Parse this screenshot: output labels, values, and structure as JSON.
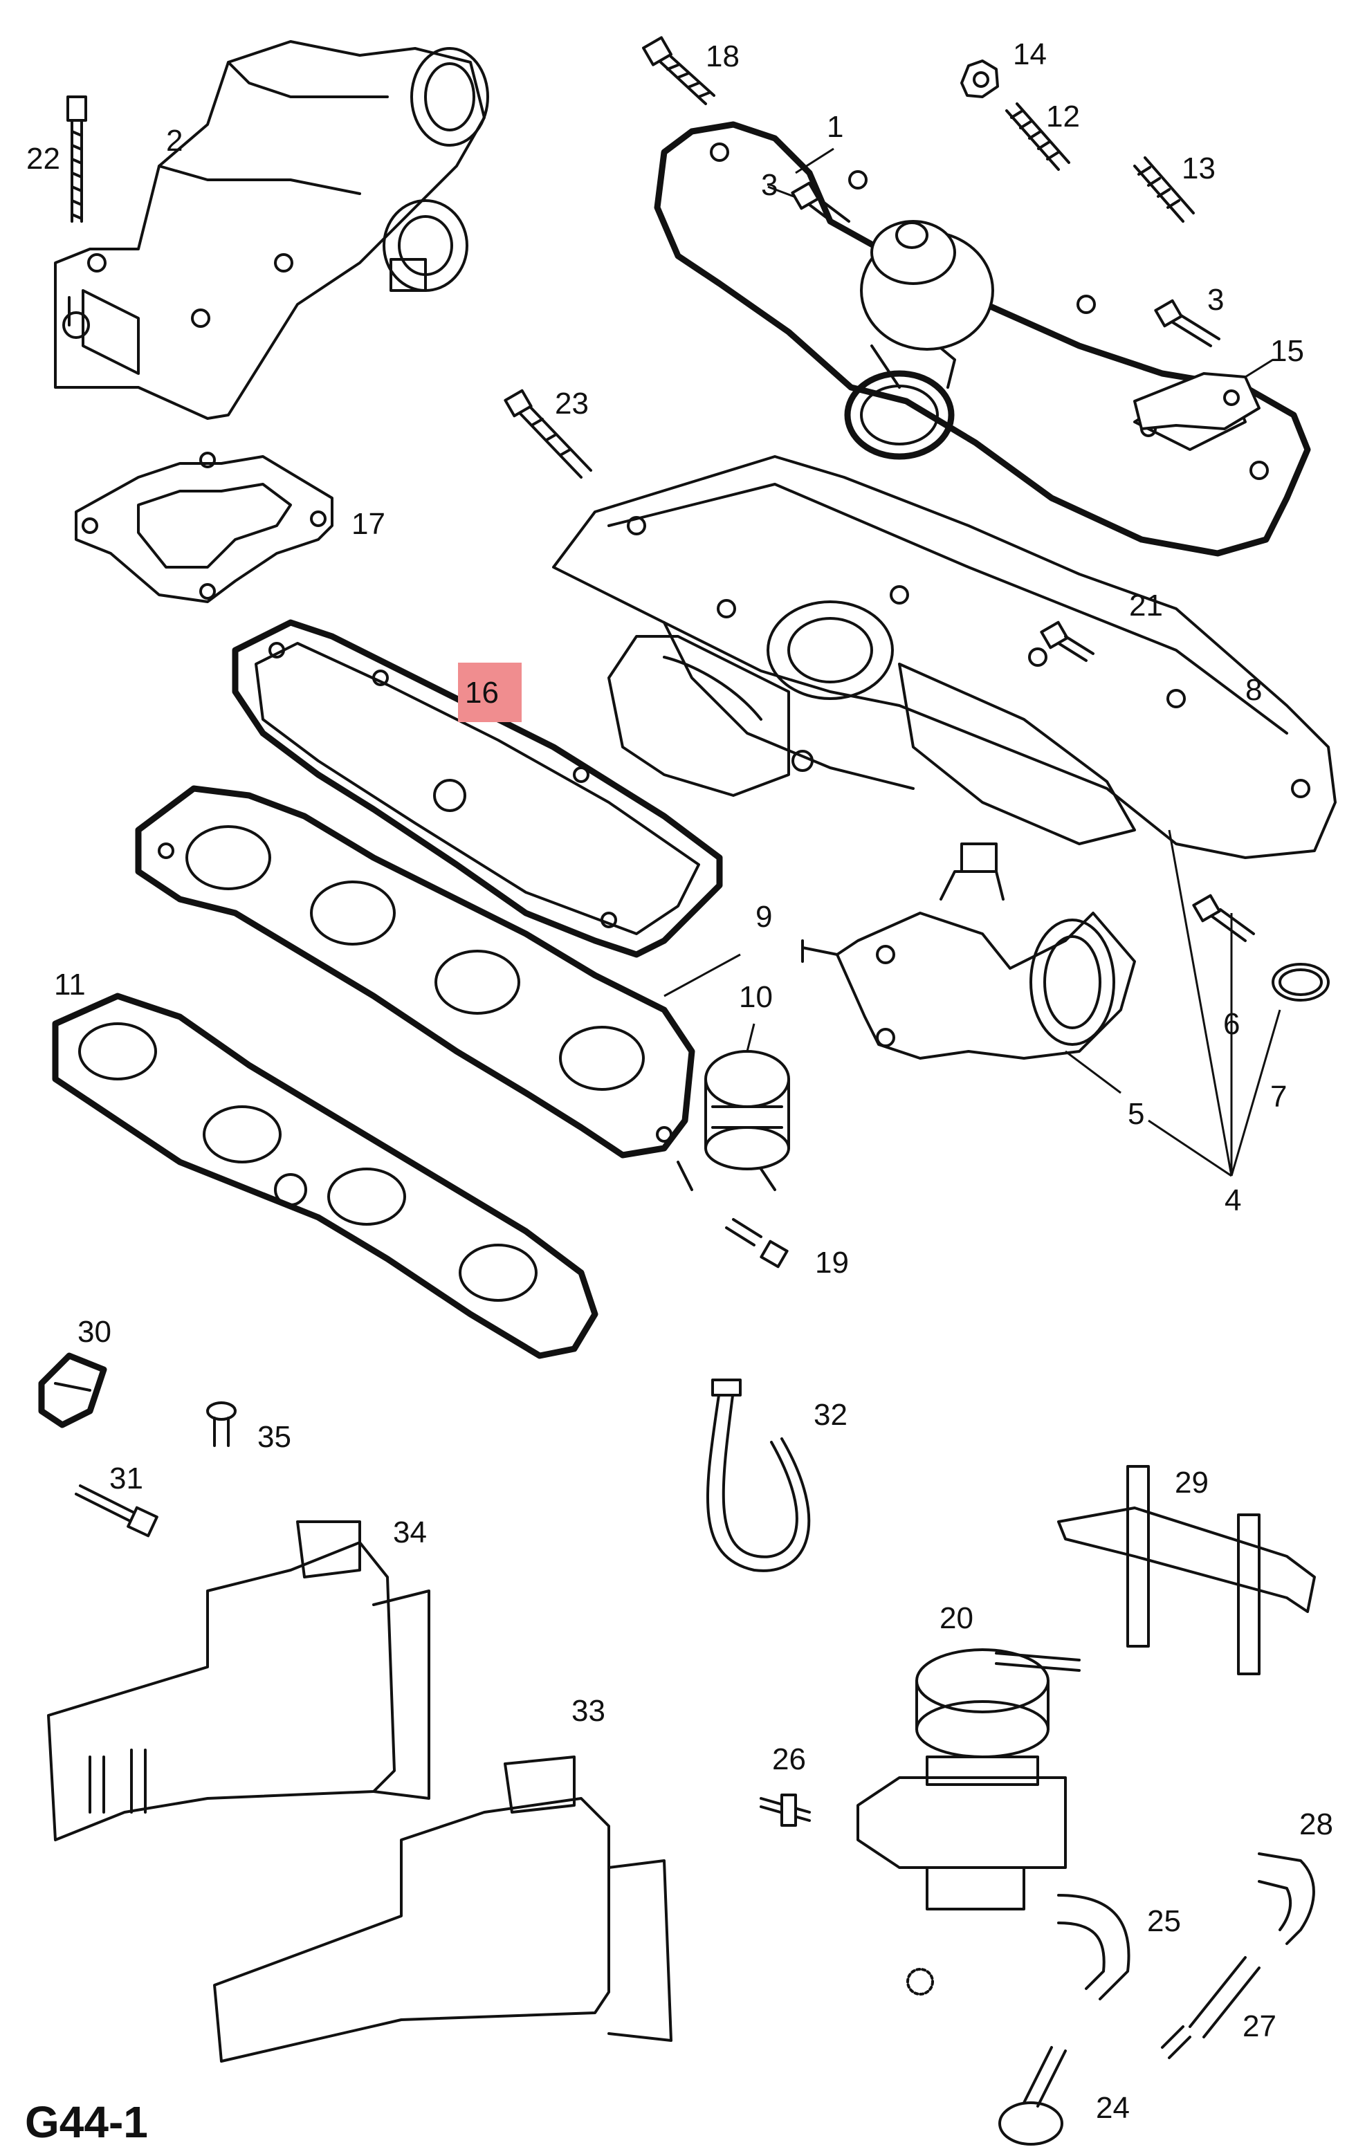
{
  "diagram": {
    "figure_code": "G44-1",
    "highlight_color": "#f08d8f",
    "line_color": "#111111",
    "highlighted_part": "16",
    "callouts": [
      "1",
      "2",
      "3",
      "3",
      "4",
      "5",
      "6",
      "7",
      "8",
      "9",
      "10",
      "11",
      "12",
      "13",
      "14",
      "15",
      "16",
      "17",
      "18",
      "19",
      "20",
      "21",
      "22",
      "23",
      "24",
      "25",
      "26",
      "27",
      "28",
      "29",
      "30",
      "31",
      "32",
      "33",
      "34",
      "35"
    ]
  }
}
